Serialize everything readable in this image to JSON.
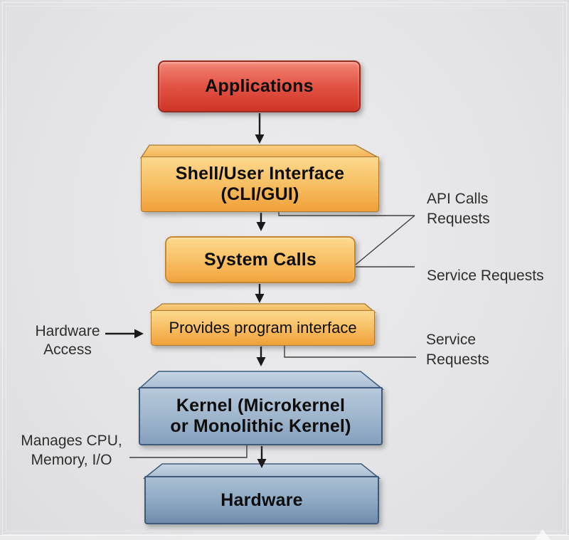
{
  "diagram_type": "os-architecture-layers",
  "nodes": {
    "applications": {
      "lines": [
        "Applications"
      ]
    },
    "shell": {
      "lines": [
        "Shell/User Interface",
        "(CLI/GUI)"
      ]
    },
    "system_calls": {
      "lines": [
        "System Calls"
      ]
    },
    "provides_interface": {
      "lines": [
        "Provides program interface"
      ]
    },
    "kernel": {
      "lines": [
        "Kernel (Microkernel",
        "or Monolithic Kernel)"
      ]
    },
    "hardware": {
      "lines": [
        "Hardware"
      ]
    }
  },
  "annotations": {
    "api_calls": {
      "lines": [
        "API Calls",
        "Requests"
      ]
    },
    "service_requests_upper": {
      "lines": [
        "Service Requests"
      ]
    },
    "hardware_access": {
      "lines": [
        "Hardware",
        "Access"
      ]
    },
    "service_requests_lower": {
      "lines": [
        "Service",
        "Requests"
      ]
    },
    "manages_resources": {
      "lines": [
        "Manages CPU,",
        "Memory, I/O"
      ]
    }
  },
  "edges": [
    {
      "from": "applications",
      "to": "shell",
      "style": "arrow"
    },
    {
      "from": "shell",
      "to": "system_calls",
      "style": "arrow"
    },
    {
      "from": "system_calls",
      "to": "provides_interface",
      "style": "arrow"
    },
    {
      "from": "provides_interface",
      "to": "kernel",
      "style": "arrow"
    },
    {
      "from": "kernel",
      "to": "hardware",
      "style": "arrow"
    },
    {
      "from": "hardware_access",
      "to": "provides_interface",
      "style": "arrow"
    },
    {
      "from": "shell",
      "to": "api_calls",
      "style": "line"
    },
    {
      "from": "system_calls",
      "to": "api_calls",
      "style": "line"
    },
    {
      "from": "system_calls",
      "to": "service_requests_upper",
      "style": "line"
    },
    {
      "from": "provides_interface",
      "to": "service_requests_lower",
      "style": "line"
    },
    {
      "from": "kernel",
      "to": "manages_resources",
      "style": "line"
    }
  ],
  "colors": {
    "applications_fill_top": "#f28676",
    "applications_fill_bottom": "#cf3425",
    "applications_border": "#992a1f",
    "orange_fill_top": "#fcd98d",
    "orange_fill_bottom": "#f0a03a",
    "orange_border": "#b07b2d",
    "blue_fill_top": "#b6c8db",
    "blue_fill_bottom": "#6f8cab",
    "blue_border": "#3e5a7b",
    "connector_line": "#3d3d3d",
    "arrow": "#1a1a1a",
    "node_text": "#0d0d0d",
    "annotation_text": "#2e2e2e",
    "background": "#e5e5e7"
  }
}
